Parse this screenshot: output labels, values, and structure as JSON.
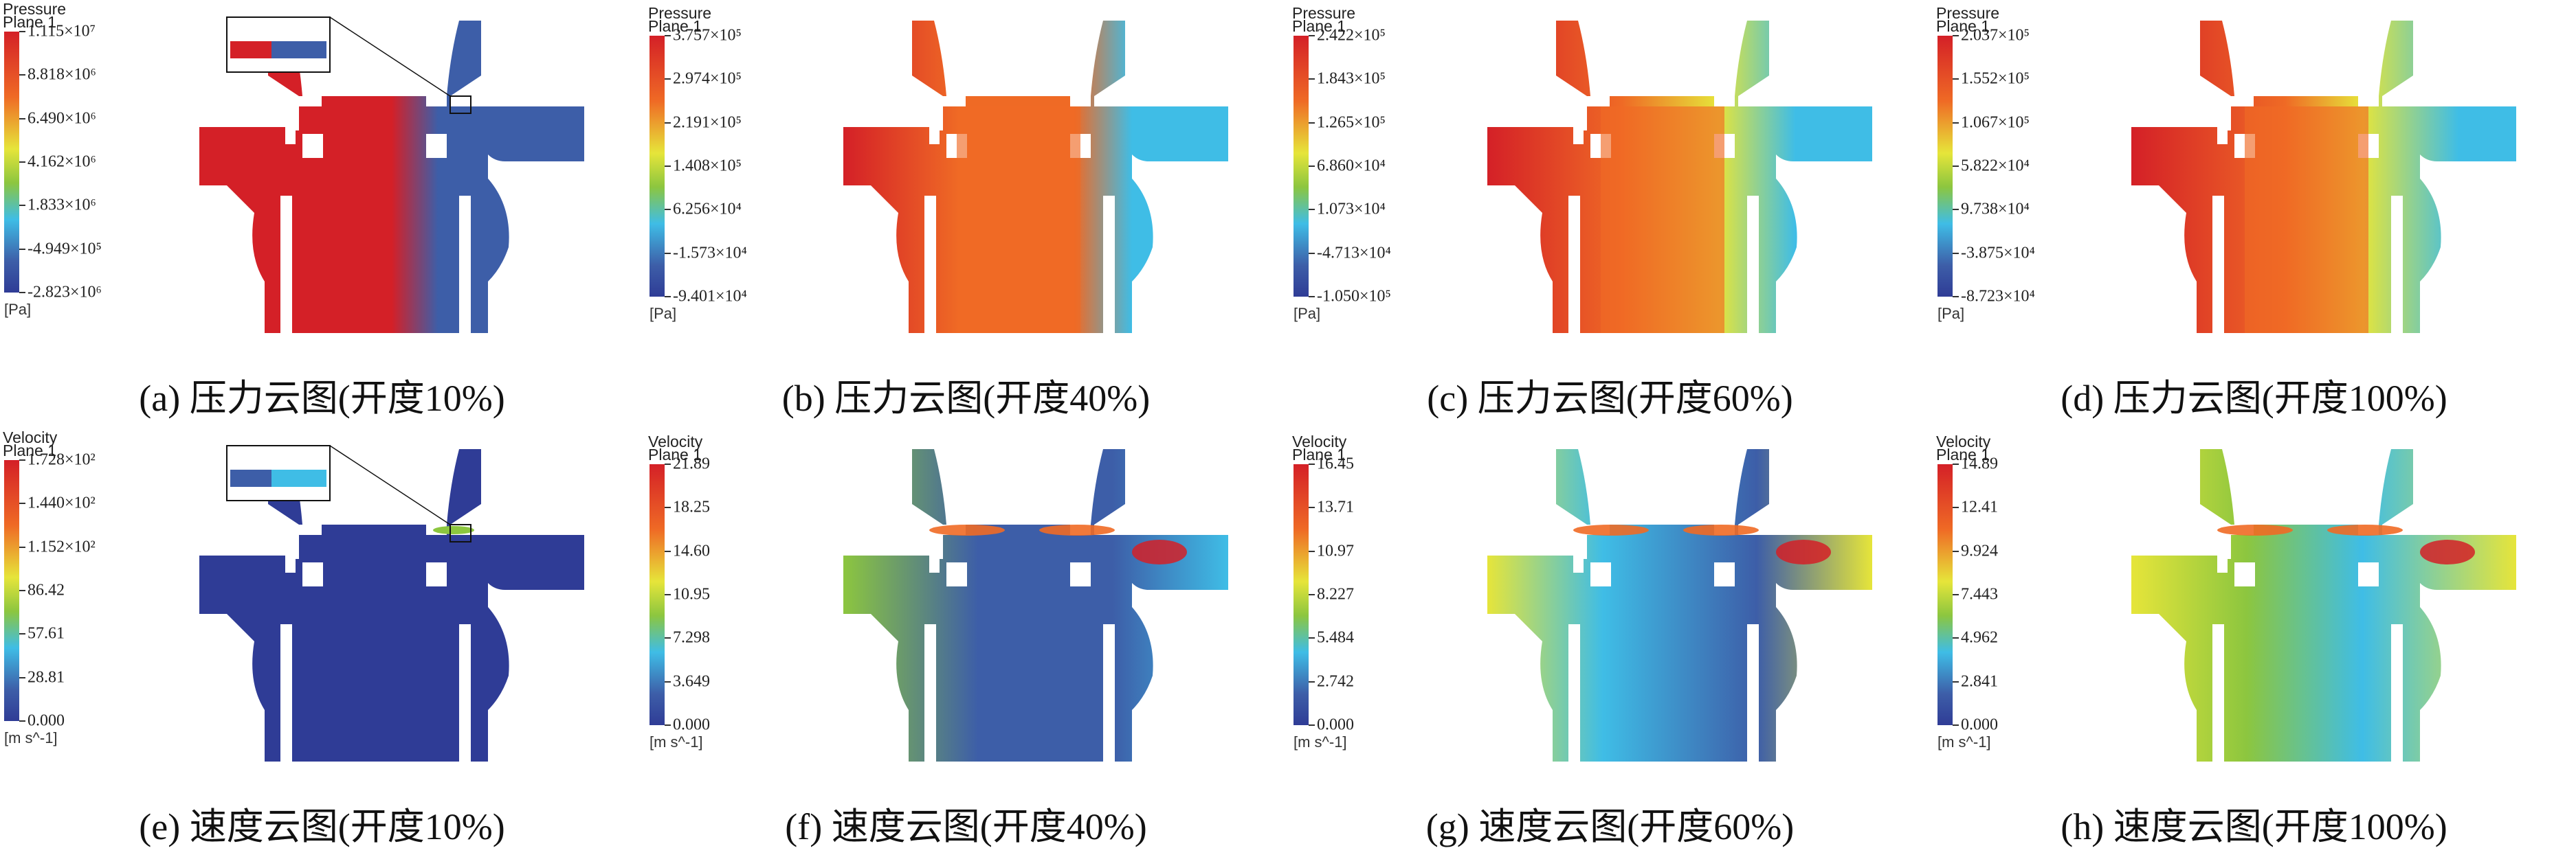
{
  "panels": [
    {
      "field": "pressure",
      "caption": "(a) 压力云图(开度10%)",
      "legend_title": [
        "Pressure",
        "Plane 1"
      ],
      "unit": "[Pa]",
      "ticks": [
        "1.115×10⁷",
        "8.818×10⁶",
        "6.490×10⁶",
        "4.162×10⁶",
        "1.833×10⁶",
        "-4.949×10⁵",
        "-2.823×10⁶"
      ],
      "opening_percent": 10,
      "inset": true
    },
    {
      "field": "pressure",
      "caption": "(b) 压力云图(开度40%)",
      "legend_title": [
        "Pressure",
        "Plane 1"
      ],
      "unit": "[Pa]",
      "ticks": [
        "3.757×10⁵",
        "2.974×10⁵",
        "2.191×10⁵",
        "1.408×10⁵",
        "6.256×10⁴",
        "-1.573×10⁴",
        "-9.401×10⁴"
      ],
      "opening_percent": 40,
      "inset": false
    },
    {
      "field": "pressure",
      "caption": "(c) 压力云图(开度60%)",
      "legend_title": [
        "Pressure",
        "Plane 1"
      ],
      "unit": "[Pa]",
      "ticks": [
        "2.422×10⁵",
        "1.843×10⁵",
        "1.265×10⁵",
        "6.860×10⁴",
        "1.073×10⁴",
        "-4.713×10⁴",
        "-1.050×10⁵"
      ],
      "opening_percent": 60,
      "inset": false
    },
    {
      "field": "pressure",
      "caption": "(d) 压力云图(开度100%)",
      "legend_title": [
        "Pressure",
        "Plane 1"
      ],
      "unit": "[Pa]",
      "ticks": [
        "2.037×10⁵",
        "1.552×10⁵",
        "1.067×10⁵",
        "5.822×10⁴",
        "9.738×10⁴",
        "-3.875×10⁴",
        "-8.723×10⁴"
      ],
      "opening_percent": 100,
      "inset": false
    },
    {
      "field": "velocity",
      "caption": "(e) 速度云图(开度10%)",
      "legend_title": [
        "Velocity",
        "Plane 1"
      ],
      "unit": "[m s^-1]",
      "ticks": [
        "1.728×10²",
        "1.440×10²",
        "1.152×10²",
        "86.42",
        "57.61",
        "28.81",
        "0.000"
      ],
      "opening_percent": 10,
      "inset": true
    },
    {
      "field": "velocity",
      "caption": "(f) 速度云图(开度40%)",
      "legend_title": [
        "Velocity",
        "Plane 1"
      ],
      "unit": "[m s^-1]",
      "ticks": [
        "21.89",
        "18.25",
        "14.60",
        "10.95",
        "7.298",
        "3.649",
        "0.000"
      ],
      "opening_percent": 40,
      "inset": false
    },
    {
      "field": "velocity",
      "caption": "(g) 速度云图(开度60%)",
      "legend_title": [
        "Velocity",
        "Plane 1"
      ],
      "unit": "[m s^-1]",
      "ticks": [
        "16.45",
        "13.71",
        "10.97",
        "8.227",
        "5.484",
        "2.742",
        "0.000"
      ],
      "opening_percent": 60,
      "inset": false
    },
    {
      "field": "velocity",
      "caption": "(h) 速度云图(开度100%)",
      "legend_title": [
        "Velocity",
        "Plane 1"
      ],
      "unit": "[m s^-1]",
      "ticks": [
        "14.89",
        "12.41",
        "9.924",
        "7.443",
        "4.962",
        "2.841",
        "0.000"
      ],
      "opening_percent": 100,
      "inset": false
    }
  ],
  "colors": {
    "red": "#d42027",
    "orange": "#ef6a25",
    "yellow": "#e6e53a",
    "green": "#8cc63f",
    "cyan": "#3fbde6",
    "blue": "#3d5ea8",
    "dark_blue": "#2f3c96"
  }
}
